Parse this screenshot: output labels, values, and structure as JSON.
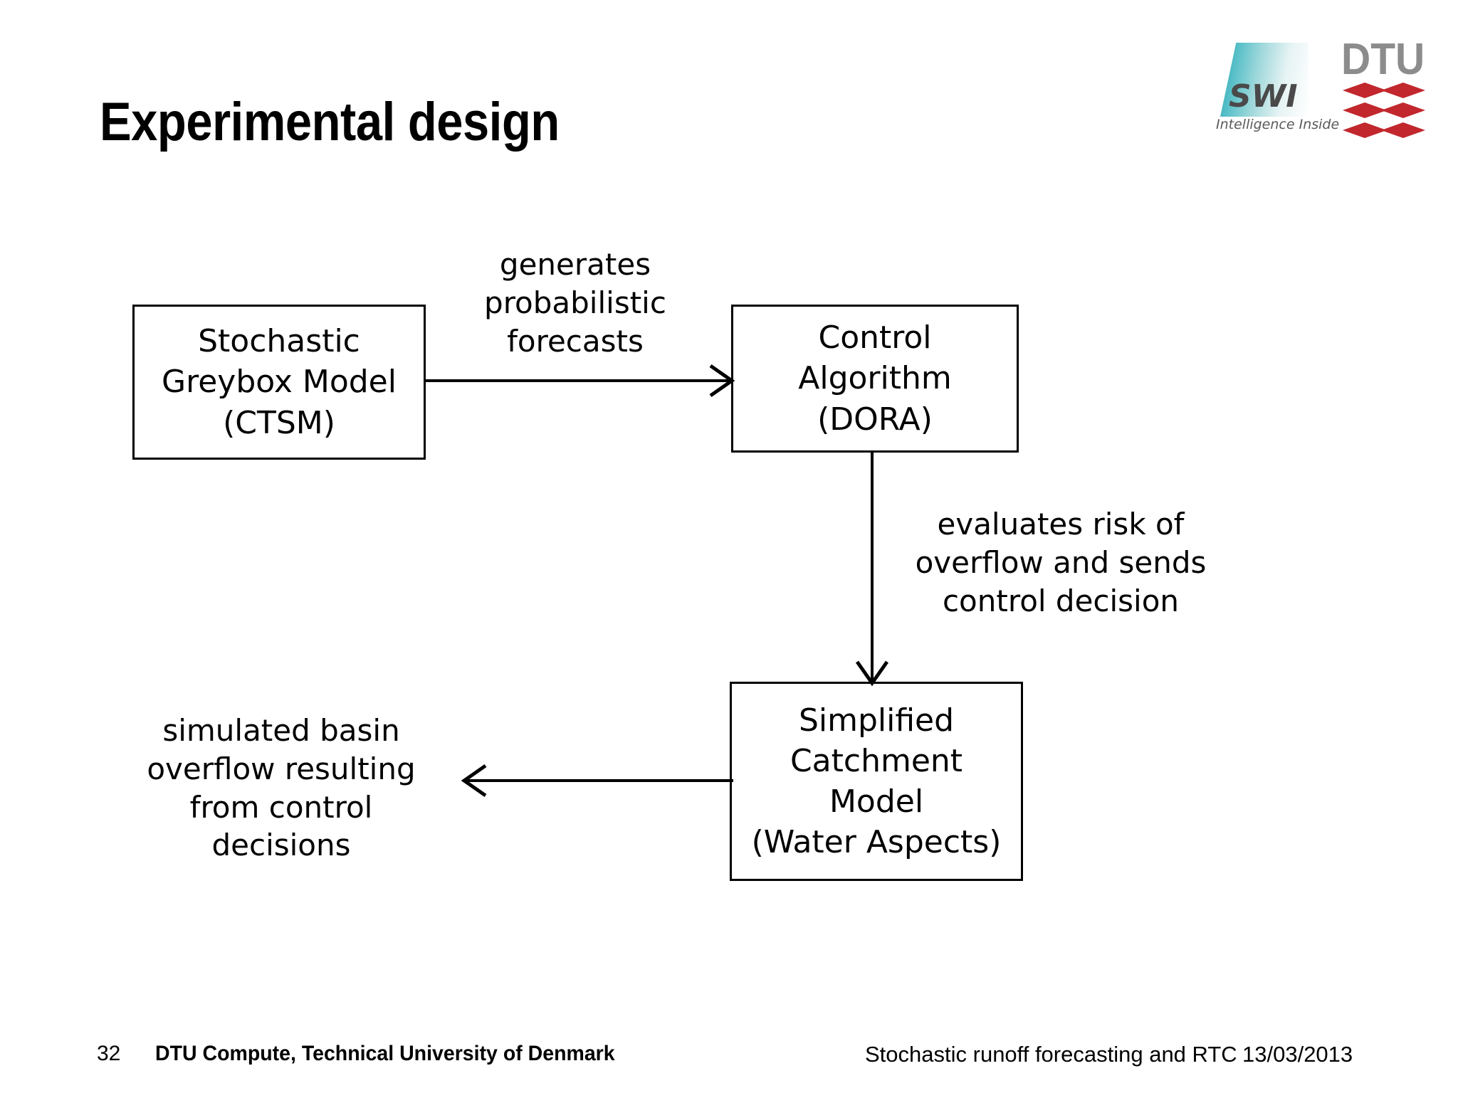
{
  "slide": {
    "title": "Experimental design",
    "number": "32",
    "background_color": "#ffffff"
  },
  "logos": {
    "swi": {
      "name": "swi-logo",
      "wordmark": "SWI",
      "tagline": "Intelligence Inside",
      "gradient_from": "#2e9fae",
      "gradient_to": "#ffffff",
      "text_color": "#4a4a4a"
    },
    "dtu": {
      "name": "dtu-logo",
      "wordmark": "DTU",
      "text_color": "#8c8c8c",
      "mark_color": "#c1272d",
      "mark_rows": 3
    }
  },
  "diagram": {
    "type": "flowchart",
    "nodes": [
      {
        "id": "greybox",
        "lines": [
          "Stochastic",
          "Greybox Model",
          "(CTSM)"
        ]
      },
      {
        "id": "control",
        "lines": [
          "Control",
          "Algorithm",
          "(DORA)"
        ]
      },
      {
        "id": "catchment",
        "lines": [
          "Simplified",
          "Catchment",
          "Model",
          "(Water Aspects)"
        ]
      }
    ],
    "edges": [
      {
        "id": "greybox-to-control",
        "from": "greybox",
        "to": "control",
        "direction": "right",
        "label_lines": [
          "generates",
          "probabilistic",
          "forecasts"
        ]
      },
      {
        "id": "control-to-catchment",
        "from": "control",
        "to": "catchment",
        "direction": "down",
        "label_lines": [
          "evaluates risk of",
          "overflow and sends",
          "control decision"
        ]
      },
      {
        "id": "catchment-output",
        "from": "catchment",
        "to": "output",
        "direction": "left",
        "label_lines": [
          "simulated basin",
          "overflow resulting",
          "from control",
          "decisions"
        ]
      }
    ]
  },
  "footer": {
    "page_number": "32",
    "organization": "DTU Compute, Technical University of Denmark",
    "subject": "Stochastic runoff forecasting and RTC",
    "date": "13/03/2013"
  }
}
